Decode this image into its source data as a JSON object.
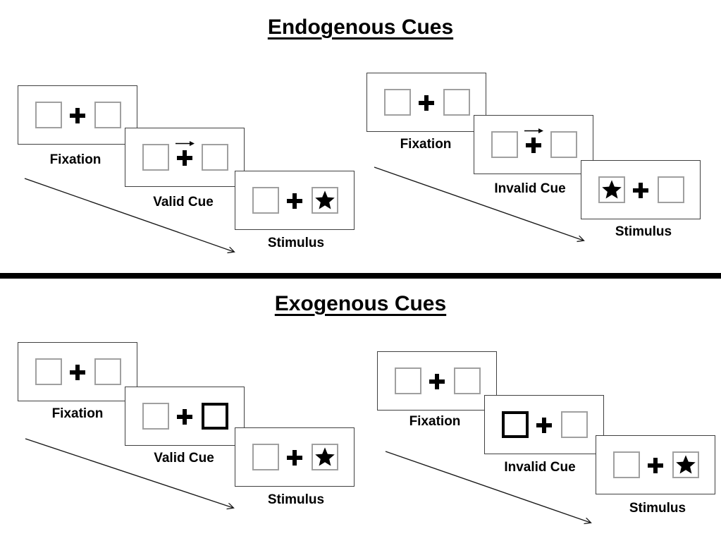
{
  "diagram": {
    "sections": [
      {
        "title": "Endogenous Cues",
        "panels": [
          {
            "name": "valid",
            "frames": [
              {
                "label": "Fixation",
                "cue": "none",
                "star": "none"
              },
              {
                "label": "Valid Cue",
                "cue": "arrow-right-above-cross",
                "star": "none"
              },
              {
                "label": "Stimulus",
                "cue": "none",
                "star": "right"
              }
            ]
          },
          {
            "name": "invalid",
            "frames": [
              {
                "label": "Fixation",
                "cue": "none",
                "star": "none"
              },
              {
                "label": "Invalid Cue",
                "cue": "arrow-right-above-cross",
                "star": "none"
              },
              {
                "label": "Stimulus",
                "cue": "none",
                "star": "left"
              }
            ]
          }
        ]
      },
      {
        "title": "Exogenous Cues",
        "panels": [
          {
            "name": "valid",
            "frames": [
              {
                "label": "Fixation",
                "cue": "none",
                "star": "none"
              },
              {
                "label": "Valid Cue",
                "cue": "bold-right-box",
                "star": "none"
              },
              {
                "label": "Stimulus",
                "cue": "none",
                "star": "right"
              }
            ]
          },
          {
            "name": "invalid",
            "frames": [
              {
                "label": "Fixation",
                "cue": "none",
                "star": "none"
              },
              {
                "label": "Invalid Cue",
                "cue": "bold-left-box",
                "star": "none"
              },
              {
                "label": "Stimulus",
                "cue": "none",
                "star": "right"
              }
            ]
          }
        ]
      }
    ],
    "icons": {
      "fixation_cross": "plus-icon",
      "cue_arrow": "right-arrow-icon",
      "target": "star-icon",
      "timeline": "diagonal-arrow-icon"
    },
    "colors": {
      "background": "#ffffff",
      "frame_border": "#404040",
      "placeholder_box_border": "#a0a0a0",
      "ink": "#000000"
    }
  }
}
